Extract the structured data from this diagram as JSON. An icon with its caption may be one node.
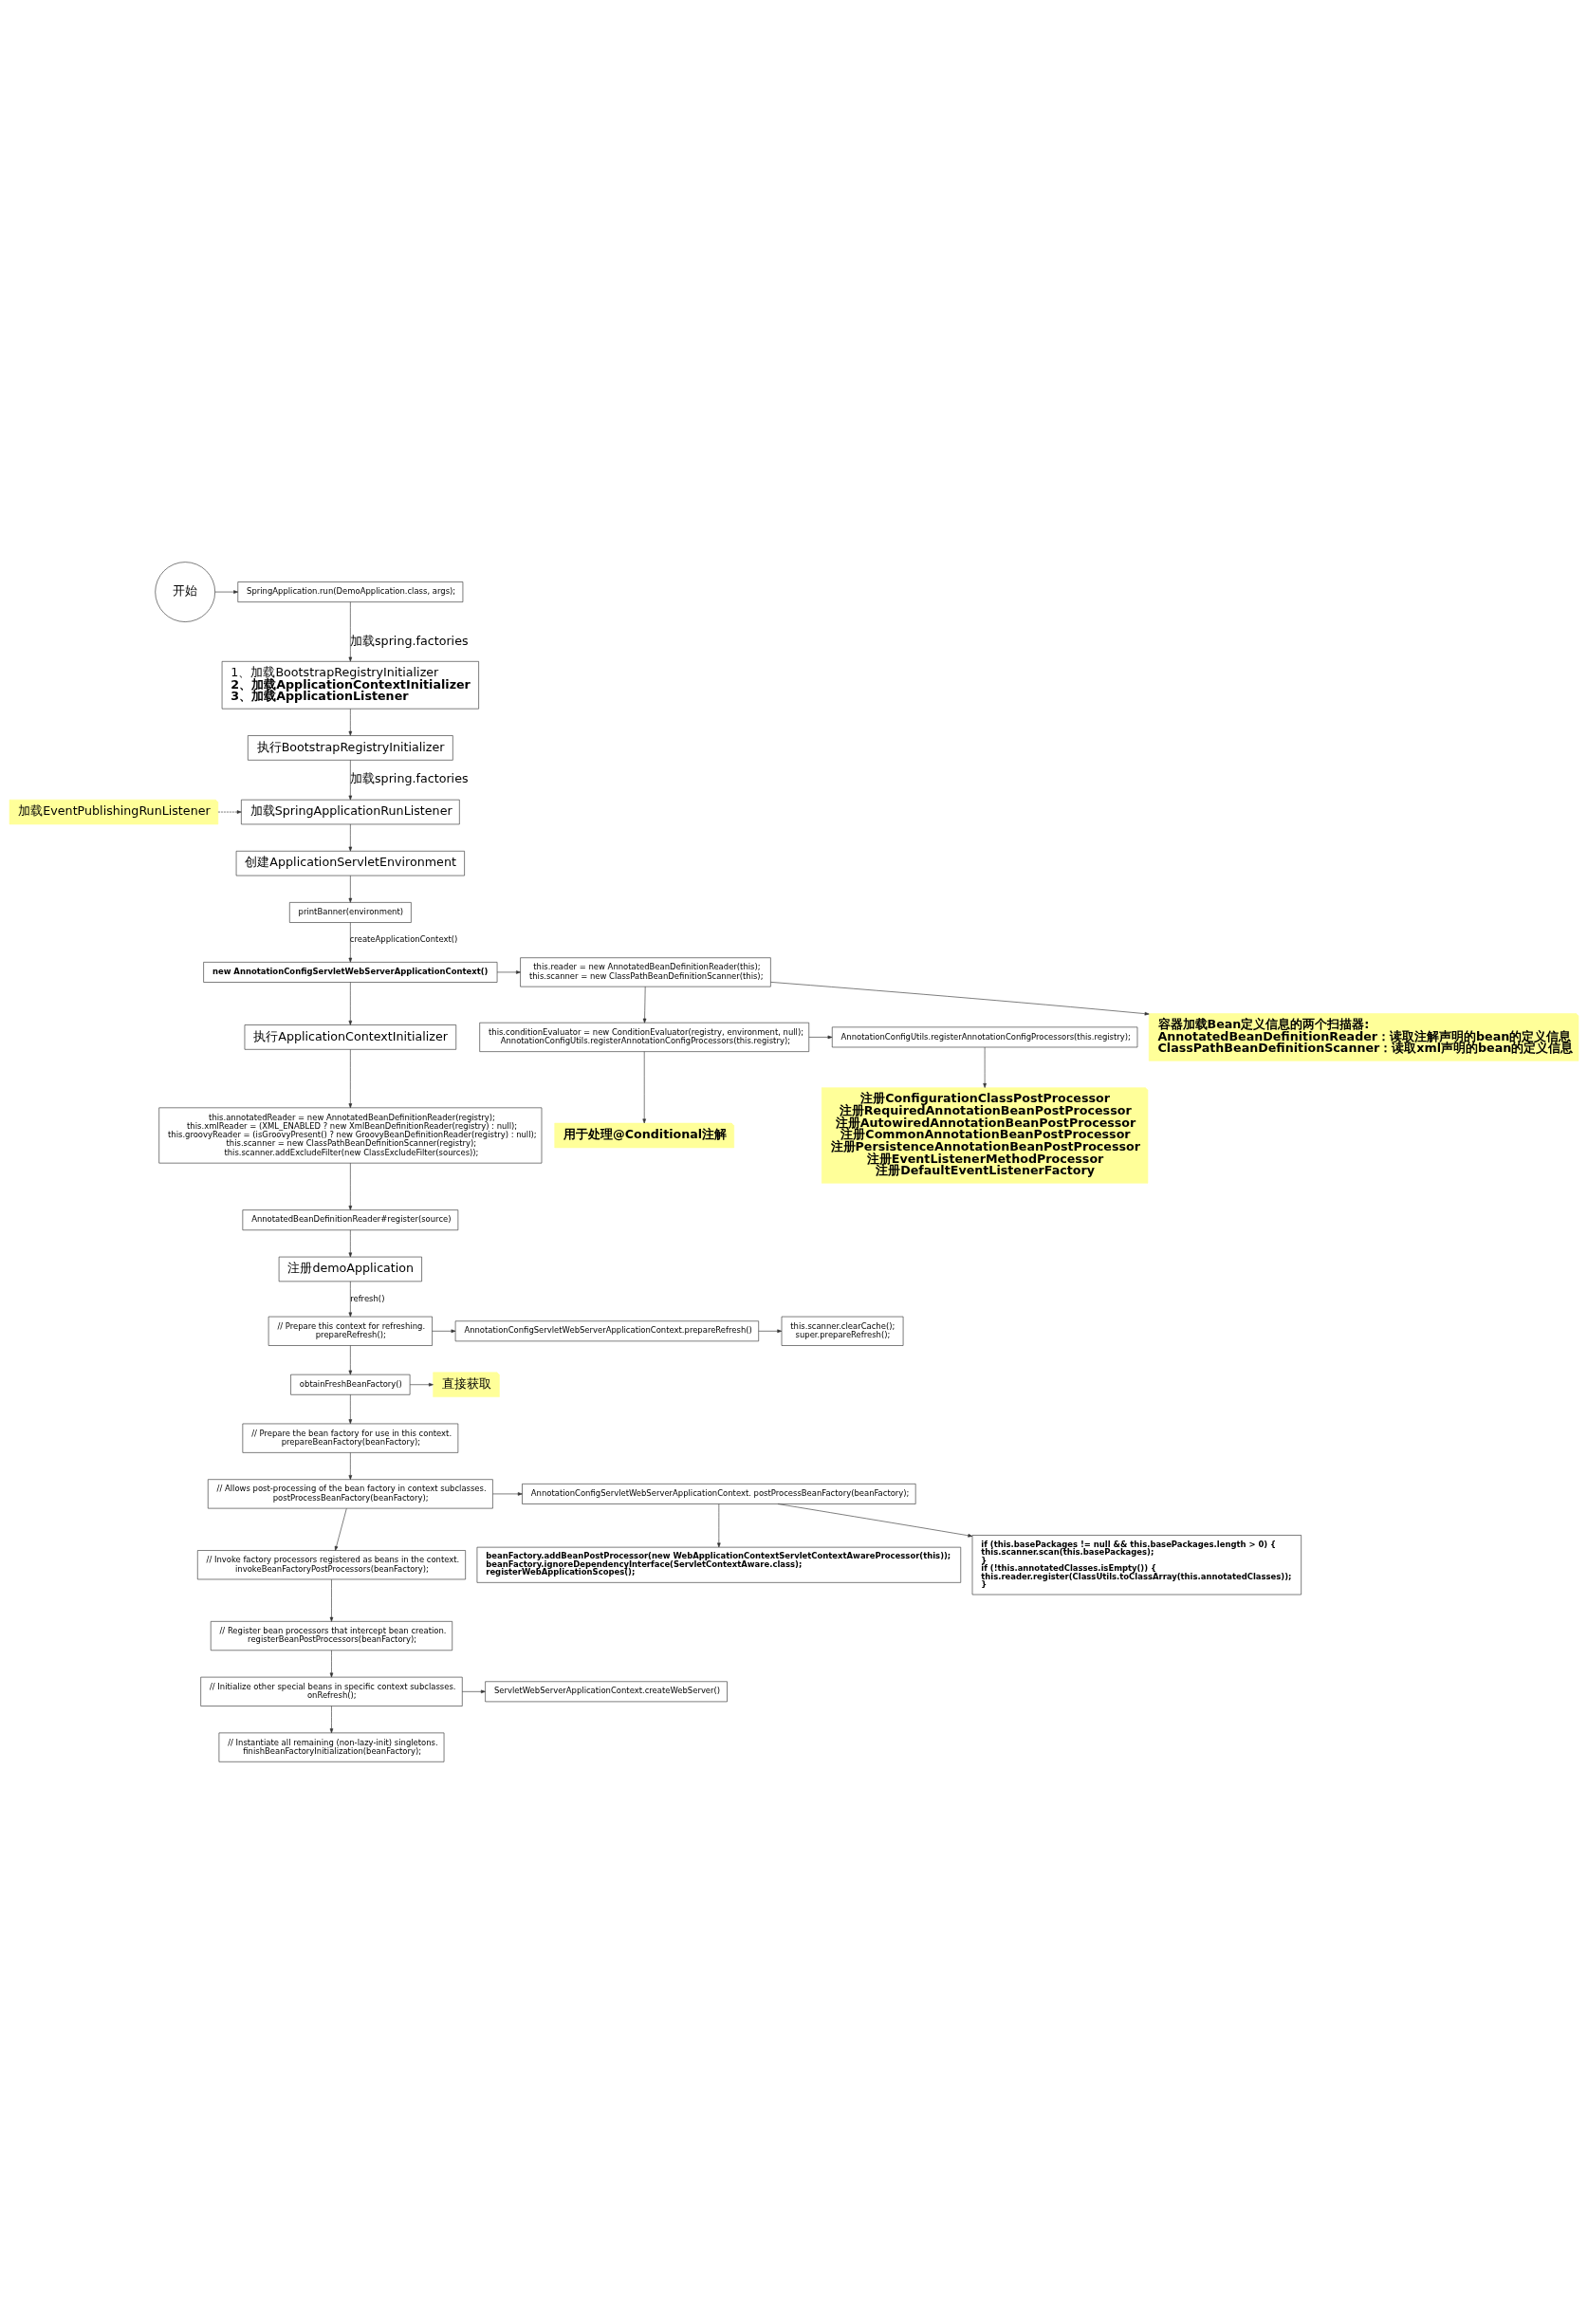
{
  "diagram": {
    "nodes": [
      {
        "text": [
          "开始"
        ]
      },
      {
        "text": [
          "SpringApplication.run(DemoApplication.class, args);"
        ]
      },
      {
        "text": [
          "1、加载BootstrapRegistryInitializer",
          "2、加载ApplicationContextInitializer",
          "3、加载ApplicationListener"
        ]
      },
      {
        "text": [
          "执行BootstrapRegistryInitializer"
        ]
      },
      {
        "text": [
          "加载SpringApplicationRunListener"
        ]
      },
      {
        "text": [
          "加载EventPublishingRunListener"
        ]
      },
      {
        "text": [
          "创建ApplicationServletEnvironment"
        ]
      },
      {
        "text": [
          "printBanner(environment)"
        ]
      },
      {
        "text": [
          "new AnnotationConfigServletWebServerApplicationContext()"
        ]
      },
      {
        "text": [
          "this.reader = new AnnotatedBeanDefinitionReader(this);",
          "this.scanner = new ClassPathBeanDefinitionScanner(this);"
        ]
      },
      {
        "text": [
          "this.conditionEvaluator = new ConditionEvaluator(registry, environment, null);",
          "AnnotationConfigUtils.registerAnnotationConfigProcessors(this.registry);"
        ]
      },
      {
        "text": [
          "用于处理@Conditional注解"
        ]
      },
      {
        "text": [
          "AnnotationConfigUtils.registerAnnotationConfigProcessors(this.registry);"
        ]
      },
      {
        "text": [
          "注册ConfigurationClassPostProcessor",
          "注册RequiredAnnotationBeanPostProcessor",
          "注册AutowiredAnnotationBeanPostProcessor",
          "注册CommonAnnotationBeanPostProcessor",
          "注册PersistenceAnnotationBeanPostProcessor",
          "注册EventListenerMethodProcessor",
          "注册DefaultEventListenerFactory"
        ]
      },
      {
        "text": [
          "容器加载Bean定义信息的两个扫描器:",
          "AnnotatedBeanDefinitionReader：读取注解声明的bean的定义信息",
          "ClassPathBeanDefinitionScanner：读取xml声明的bean的定义信息"
        ]
      },
      {
        "text": [
          "执行ApplicationContextInitializer"
        ]
      },
      {
        "text": [
          "this.annotatedReader = new AnnotatedBeanDefinitionReader(registry);",
          "this.xmlReader = (XML_ENABLED ? new XmlBeanDefinitionReader(registry) : null);",
          "this.groovyReader = (isGroovyPresent() ? new GroovyBeanDefinitionReader(registry) : null);",
          "this.scanner = new ClassPathBeanDefinitionScanner(registry);",
          "this.scanner.addExcludeFilter(new ClassExcludeFilter(sources));"
        ]
      },
      {
        "text": [
          "AnnotatedBeanDefinitionReader#register(source)"
        ]
      },
      {
        "text": [
          "注册demoApplication"
        ]
      },
      {
        "text": [
          "// Prepare this context for refreshing.",
          "prepareRefresh();"
        ]
      },
      {
        "text": [
          "AnnotationConfigServletWebServerApplicationContext.prepareRefresh()"
        ]
      },
      {
        "text": [
          "this.scanner.clearCache();",
          "super.prepareRefresh();"
        ]
      },
      {
        "text": [
          "obtainFreshBeanFactory()"
        ]
      },
      {
        "text": [
          "直接获取"
        ]
      },
      {
        "text": [
          "// Prepare the bean factory for use in this context.",
          "prepareBeanFactory(beanFactory);"
        ]
      },
      {
        "text": [
          "// Allows post-processing of the bean factory in context subclasses.",
          "postProcessBeanFactory(beanFactory);"
        ]
      },
      {
        "text": [
          "AnnotationConfigServletWebServerApplicationContext. postProcessBeanFactory(beanFactory);"
        ]
      },
      {
        "text": [
          "beanFactory.addBeanPostProcessor(new WebApplicationContextServletContextAwareProcessor(this));",
          "beanFactory.ignoreDependencyInterface(ServletContextAware.class);",
          "registerWebApplicationScopes();"
        ]
      },
      {
        "text": [
          "if (this.basePackages != null && this.basePackages.length > 0) {",
          "this.scanner.scan(this.basePackages);",
          "}",
          "if (!this.annotatedClasses.isEmpty()) {",
          "this.reader.register(ClassUtils.toClassArray(this.annotatedClasses));",
          "}"
        ]
      },
      {
        "text": [
          "// Invoke factory processors registered as beans in the context.",
          "invokeBeanFactoryPostProcessors(beanFactory);"
        ]
      },
      {
        "text": [
          "// Register bean processors that intercept bean creation.",
          "registerBeanPostProcessors(beanFactory);"
        ]
      },
      {
        "text": [
          "// Initialize other special beans in specific context subclasses.",
          "onRefresh();"
        ]
      },
      {
        "text": [
          "ServletWebServerApplicationContext.createWebServer()"
        ]
      },
      {
        "text": [
          "// Instantiate all remaining (non-lazy-init) singletons.",
          "finishBeanFactoryInitialization(beanFactory);"
        ]
      }
    ],
    "edges": [
      {
        "from": 0,
        "to": 1,
        "arrow": "to"
      },
      {
        "from": 1,
        "to": 2,
        "arrow": "to",
        "label": "加载spring.factories"
      },
      {
        "from": 2,
        "to": 3,
        "arrow": "to"
      },
      {
        "from": 3,
        "to": 4,
        "arrow": "to",
        "label": "加载spring.factories"
      },
      {
        "from": 5,
        "to": 4,
        "arrow": "to",
        "style": "dashed"
      },
      {
        "from": 4,
        "to": 6,
        "arrow": "to"
      },
      {
        "from": 6,
        "to": 7,
        "arrow": "to"
      },
      {
        "from": 7,
        "to": 8,
        "arrow": "to",
        "label": "createApplicationContext()"
      },
      {
        "from": 8,
        "to": 9,
        "arrow": "to"
      },
      {
        "from": 9,
        "to": 10,
        "arrow": "to"
      },
      {
        "from": 10,
        "to": 11,
        "arrow": "to"
      },
      {
        "from": 10,
        "to": 12,
        "arrow": "to"
      },
      {
        "from": 12,
        "to": 13,
        "arrow": "to"
      },
      {
        "from": 9,
        "to": 14,
        "arrow": "to"
      },
      {
        "from": 8,
        "to": 15,
        "arrow": "to"
      },
      {
        "from": 15,
        "to": 16,
        "arrow": "to"
      },
      {
        "from": 16,
        "to": 17,
        "arrow": "to"
      },
      {
        "from": 17,
        "to": 18,
        "arrow": "to"
      },
      {
        "from": 18,
        "to": 19,
        "arrow": "to",
        "label": "refresh()"
      },
      {
        "from": 19,
        "to": 20,
        "arrow": "to"
      },
      {
        "from": 20,
        "to": 21,
        "arrow": "to"
      },
      {
        "from": 19,
        "to": 22,
        "arrow": "to"
      },
      {
        "from": 22,
        "to": 23,
        "arrow": "to"
      },
      {
        "from": 22,
        "to": 24,
        "arrow": "to"
      },
      {
        "from": 24,
        "to": 25,
        "arrow": "to"
      },
      {
        "from": 25,
        "to": 26,
        "arrow": "to"
      },
      {
        "from": 26,
        "to": 27,
        "arrow": "to"
      },
      {
        "from": 26,
        "to": 28,
        "arrow": "to"
      },
      {
        "from": 25,
        "to": 29,
        "arrow": "to"
      },
      {
        "from": 29,
        "to": 30,
        "arrow": "to"
      },
      {
        "from": 30,
        "to": 31,
        "arrow": "to"
      },
      {
        "from": 31,
        "to": 32,
        "arrow": "to"
      },
      {
        "from": 31,
        "to": 33,
        "arrow": "to"
      }
    ]
  }
}
